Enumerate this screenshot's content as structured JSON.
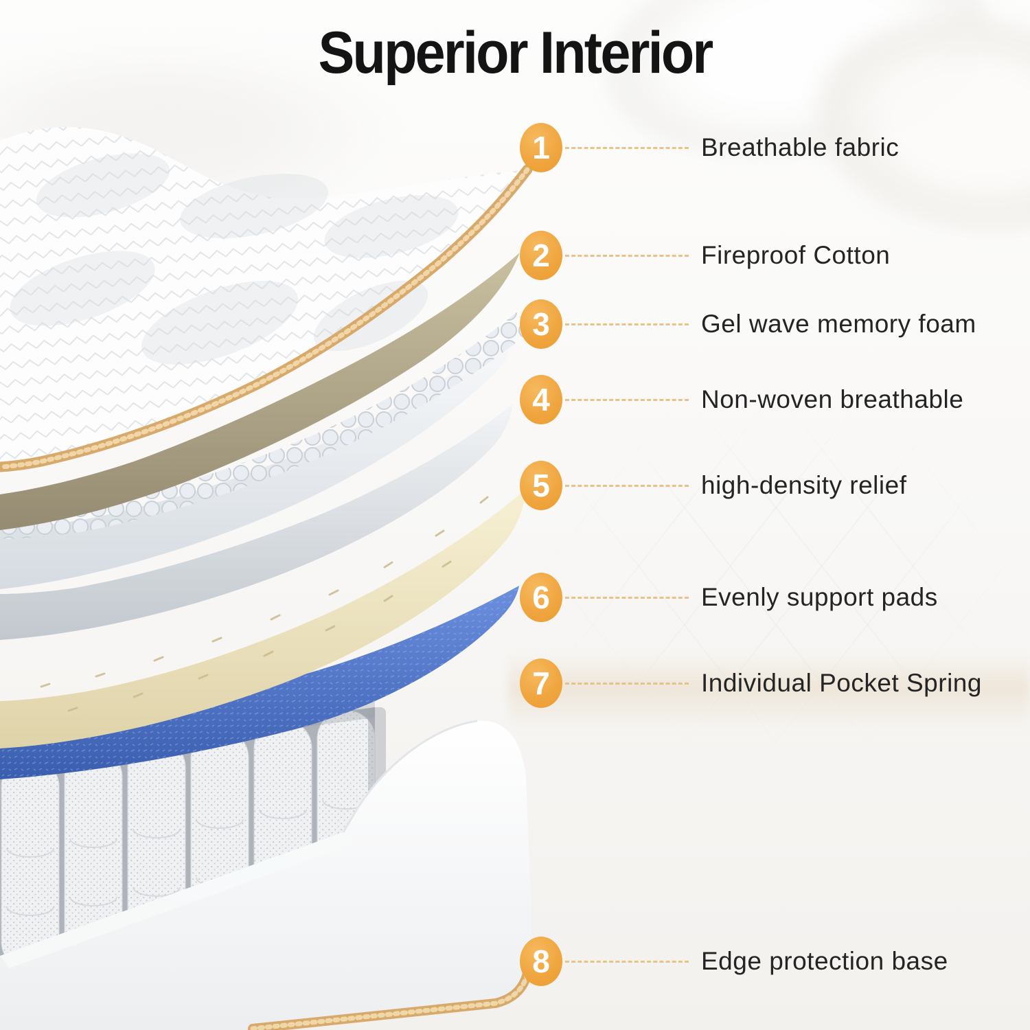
{
  "title": "Superior Interior",
  "colors": {
    "accent_orange": "#F0A640",
    "connector_dash": "#E5BE80",
    "label_text": "#242424",
    "piping_tan": "#D7A96B",
    "fireproof_cotton_tan": "#B3AA8C",
    "memory_foam_white": "#F5F7F9",
    "high_density_cream": "#F2E9CB",
    "support_pad_blue": "#4E71C4",
    "base_white": "#FFFFFF"
  },
  "callouts": [
    {
      "number": "1",
      "label": "Breathable fabric"
    },
    {
      "number": "2",
      "label": "Fireproof Cotton"
    },
    {
      "number": "3",
      "label": "Gel wave memory foam"
    },
    {
      "number": "4",
      "label": "Non-woven breathable"
    },
    {
      "number": "5",
      "label": "high-density relief"
    },
    {
      "number": "6",
      "label": "Evenly support pads"
    },
    {
      "number": "7",
      "label": "Individual Pocket Spring"
    },
    {
      "number": "8",
      "label": "Edge protection base"
    }
  ]
}
